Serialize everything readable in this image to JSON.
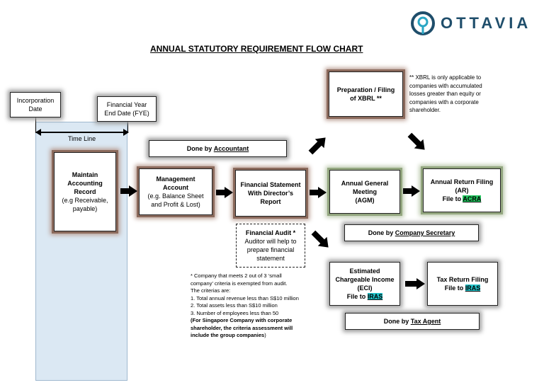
{
  "logo": {
    "text": "OTTAVIA",
    "color": "#1f4e6b",
    "accent": "#2aa6c4"
  },
  "title": "ANNUAL STATUTORY REQUIREMENT FLOW CHART",
  "incorporation": {
    "line1": "Incorporation",
    "line2": "Date"
  },
  "fye": {
    "line1": "Financial Year",
    "line2": "End Date (FYE)"
  },
  "timeline": "Time Line",
  "maintain": {
    "l1": "Maintain",
    "l2": "Accounting",
    "l3": "Record",
    "l4": "(e.g Receivable,",
    "l5": "payable)"
  },
  "done_accountant": {
    "prefix": "Done by ",
    "link": "Accountant"
  },
  "management": {
    "l1": "Management",
    "l2": "Account",
    "l3": "(e.g. Balance Sheet",
    "l4": "and Profit & Lost)"
  },
  "fs": {
    "l1": "Financial Statement",
    "l2": "With Director’s",
    "l3": "Report"
  },
  "audit": {
    "l1": "Financial Audit *",
    "l2": "Auditor will help to",
    "l3": "prepare financial",
    "l4": "statement"
  },
  "xbrl": {
    "l1": "Preparation / Filing",
    "l2": "of XBRL **"
  },
  "xbrl_note": {
    "l1": "** XBRL is only applicable to",
    "l2": "companies with accumulated",
    "l3": "losses greater than equity or",
    "l4": "companies with a corporate",
    "l5": "shareholder."
  },
  "agm": {
    "l1": "Annual General",
    "l2": "Meeting",
    "l3": "(AGM)"
  },
  "ar": {
    "l1": "Annual Return Filing",
    "l2": "(AR)",
    "l3": "File to ",
    "badge": "ACRA"
  },
  "done_secretary": {
    "prefix": "Done by ",
    "link": "Company Secretary"
  },
  "eci": {
    "l1": "Estimated",
    "l2": "Chargeable Income",
    "l3": "(ECI)",
    "l4": "File to ",
    "badge": "IRAS"
  },
  "tax": {
    "l1": "Tax Return Filing",
    "l2": "File to ",
    "badge": "IRAS"
  },
  "done_tax": {
    "prefix": "Done by ",
    "link": "Tax Agent"
  },
  "small_note": {
    "l1": "* Company that meets 2 out of 3 ‘small",
    "l2": "company’ criteria is exempted from audit.",
    "l3": "The criterias are:",
    "l4": "1. Total annual revenue less than S$10 million",
    "l5": "2. Total assets less than S$10 million",
    "l6": "3. Number of employees less than 50",
    "l7": "(For Singapore Company with corporate",
    "l8": "shareholder, the criteria assessment will",
    "l9": "include the group companies",
    "l9b": ")"
  }
}
